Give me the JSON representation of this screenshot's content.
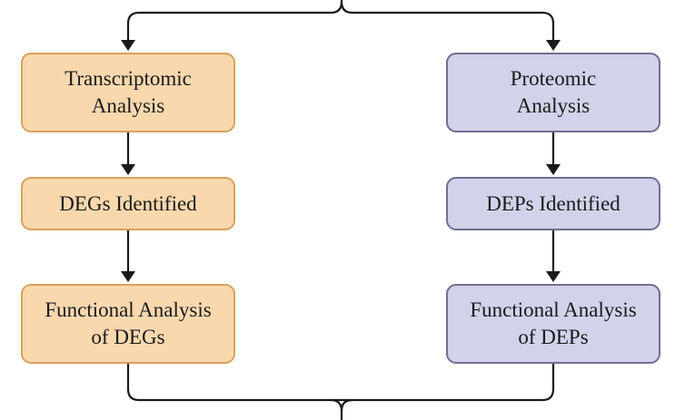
{
  "colors": {
    "left_fill": "#f9d8ae",
    "left_border": "#d9a05a",
    "right_fill": "#d2d2ea",
    "right_border": "#6f6f92",
    "connector": "#1a1a1a"
  },
  "left_column": {
    "transcriptomic": {
      "line1": "Transcriptomic",
      "line2": "Analysis"
    },
    "degs_identified": {
      "label": "DEGs Identified"
    },
    "functional": {
      "line1": "Functional Analysis",
      "line2": "of DEGs"
    }
  },
  "right_column": {
    "proteomic": {
      "line1": "Proteomic",
      "line2": "Analysis"
    },
    "deps_identified": {
      "label": "DEPs Identified"
    },
    "functional": {
      "line1": "Functional Analysis",
      "line2": "of DEPs"
    }
  }
}
